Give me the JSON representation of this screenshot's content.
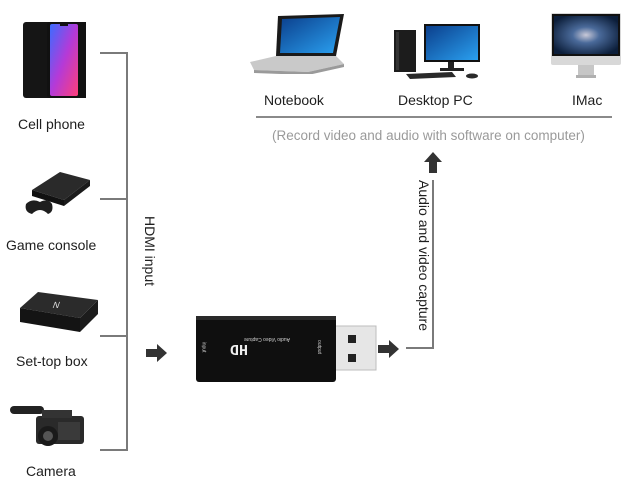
{
  "sources": [
    {
      "label": "Cell phone",
      "icon": "cell-phone-icon"
    },
    {
      "label": "Game console",
      "icon": "game-console-icon"
    },
    {
      "label": "Set-top box",
      "icon": "set-top-box-icon"
    },
    {
      "label": "Camera",
      "icon": "camera-icon"
    }
  ],
  "hdmi_label": "HDMI input",
  "capture_card": {
    "brand": "HD",
    "subtitle": "Audio Video Capture",
    "input_label": "input",
    "output_label": "output"
  },
  "capture_label": "Audio and video capture",
  "computers": [
    {
      "label": "Notebook",
      "icon": "notebook-icon"
    },
    {
      "label": "Desktop PC",
      "icon": "desktop-pc-icon"
    },
    {
      "label": "IMac",
      "icon": "imac-icon"
    }
  ],
  "computers_caption": "(Record video and audio with software on computer)",
  "colors": {
    "line": "#7a7a7a",
    "arrow": "#333333",
    "device": "#1a1a1a",
    "caption": "#9a9a9a"
  }
}
